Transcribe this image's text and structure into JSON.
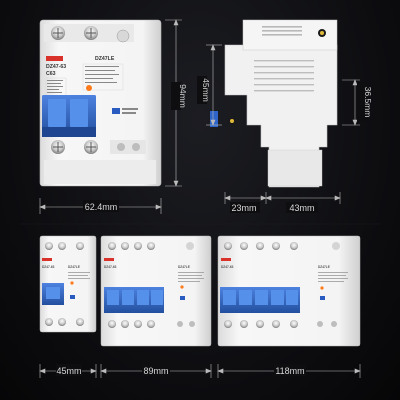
{
  "colors": {
    "background": "#0a0a0c",
    "breaker_body": "#f2f2f2",
    "toggle_blue": "#2f64c8",
    "brand_red": "#d8322a",
    "dimension_line": "#bbbbbb"
  },
  "top_left": {
    "model": "DZ47-63",
    "rating": "C63",
    "module_model": "DZ47LE",
    "width_label": "62.4mm",
    "height_label": "94mm"
  },
  "top_right": {
    "height_label": "45mm",
    "depth_label": "36.5mm",
    "width_left_label": "23mm",
    "width_right_label": "43mm"
  },
  "bottom": [
    {
      "model": "DZ47-63",
      "module_model": "DZ47LE",
      "width_label": "45mm"
    },
    {
      "model": "DZ47-63",
      "module_model": "DZ47LE",
      "width_label": "89mm"
    },
    {
      "model": "DZ47-63",
      "module_model": "DZ47LE",
      "width_label": "118mm"
    }
  ]
}
